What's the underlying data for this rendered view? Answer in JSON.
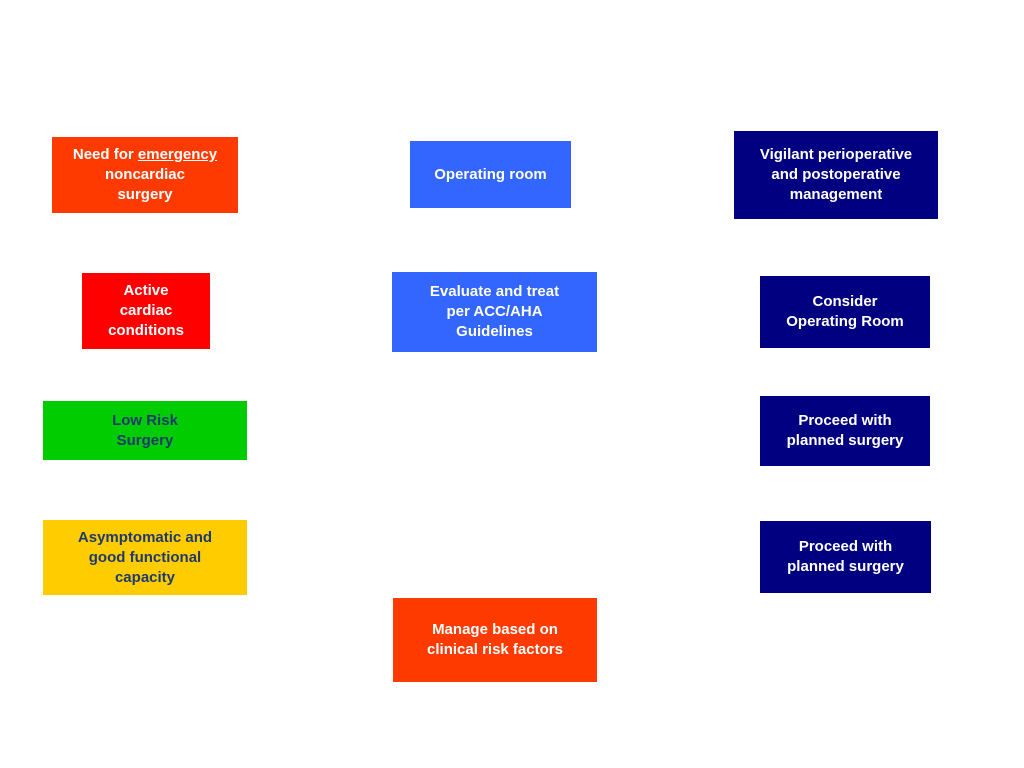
{
  "colors": {
    "orange_red": "#ff3a00",
    "red": "#ff0000",
    "green": "#00cc00",
    "yellow": "#ffcc00",
    "blue": "#3366ff",
    "navy": "#000080",
    "text_navy": "#1f3a6e"
  },
  "left": {
    "emergency": {
      "prefix": "Need for ",
      "underlined": "emergency",
      "suffix_line2": "noncardiac",
      "suffix_line3": "surgery"
    },
    "active": [
      "Active",
      "cardiac",
      "conditions"
    ],
    "lowrisk": [
      "Low Risk",
      "Surgery"
    ],
    "asymptomatic": [
      "Asymptomatic and",
      "good functional",
      "capacity"
    ]
  },
  "middle": {
    "operating_room": "Operating room",
    "evaluate": [
      "Evaluate and treat",
      "per ACC/AHA",
      "Guidelines"
    ],
    "manage": [
      "Manage based on",
      "clinical risk factors"
    ]
  },
  "right": {
    "vigilant": [
      "Vigilant perioperative",
      "and postoperative",
      "management"
    ],
    "consider": [
      "Consider",
      "Operating Room"
    ],
    "proceed1": [
      "Proceed with",
      "planned surgery"
    ],
    "proceed2": [
      "Proceed with",
      "planned surgery"
    ]
  }
}
